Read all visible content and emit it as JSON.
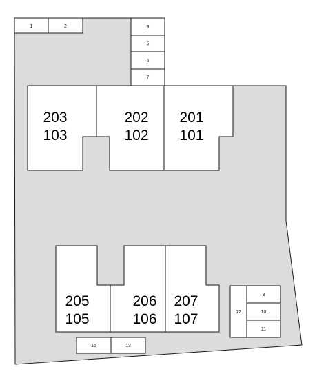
{
  "colors": {
    "ground": "#dcdcdc",
    "building": "#ffffff",
    "outline": "#1a1a1a"
  },
  "buildings": {
    "north": {
      "a": {
        "upper": "203",
        "lower": "103"
      },
      "b": {
        "upper": "202",
        "lower": "102"
      },
      "c": {
        "upper": "201",
        "lower": "101"
      }
    },
    "south": {
      "a": {
        "upper": "205",
        "lower": "105"
      },
      "b": {
        "upper": "206",
        "lower": "106"
      },
      "c": {
        "upper": "207",
        "lower": "107"
      }
    }
  },
  "parking": {
    "p1": "1",
    "p2": "2",
    "p3": "3",
    "p4": "5",
    "p5": "6",
    "p6": "7",
    "p7": "8",
    "p8": "10",
    "p9": "11",
    "p10": "12",
    "p11": "15",
    "p12": "13"
  }
}
